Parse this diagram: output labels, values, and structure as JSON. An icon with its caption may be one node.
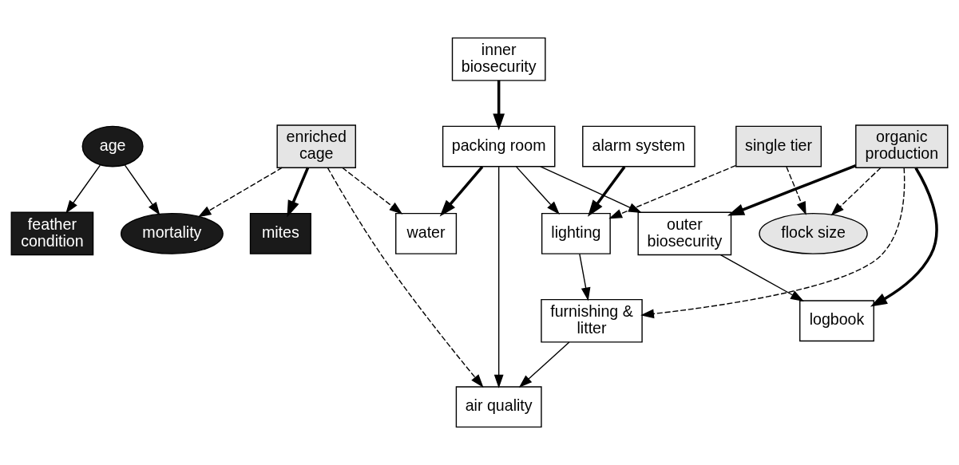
{
  "diagram": {
    "nodes": [
      {
        "text": [
          "inner biosecurity"
        ]
      },
      {
        "text": [
          "age"
        ]
      },
      {
        "text": [
          "enriched cage"
        ]
      },
      {
        "text": [
          "packing room"
        ]
      },
      {
        "text": [
          "alarm system"
        ]
      },
      {
        "text": [
          "single tier"
        ]
      },
      {
        "text": [
          "organic production"
        ]
      },
      {
        "text": [
          "feather condition"
        ]
      },
      {
        "text": [
          "mortality"
        ]
      },
      {
        "text": [
          "mites"
        ]
      },
      {
        "text": [
          "water"
        ]
      },
      {
        "text": [
          "lighting"
        ]
      },
      {
        "text": [
          "outer biosecurity"
        ]
      },
      {
        "text": [
          "flock size"
        ]
      },
      {
        "text": [
          "furnishing & litter"
        ]
      },
      {
        "text": [
          "logbook"
        ]
      },
      {
        "text": [
          "air quality"
        ]
      }
    ],
    "edges": [
      {
        "from": 0,
        "to": 3,
        "arrow": "to",
        "style": "thick"
      },
      {
        "from": 1,
        "to": 7,
        "arrow": "to"
      },
      {
        "from": 1,
        "to": 8,
        "arrow": "to"
      },
      {
        "from": 2,
        "to": 8,
        "arrow": "to",
        "style": "dashed"
      },
      {
        "from": 2,
        "to": 9,
        "arrow": "to",
        "style": "thick"
      },
      {
        "from": 2,
        "to": 10,
        "arrow": "to",
        "style": "dashed"
      },
      {
        "from": 2,
        "to": 16,
        "arrow": "to",
        "style": "dashed"
      },
      {
        "from": 3,
        "to": 10,
        "arrow": "to",
        "style": "thick"
      },
      {
        "from": 3,
        "to": 16,
        "arrow": "to"
      },
      {
        "from": 3,
        "to": 11,
        "arrow": "to"
      },
      {
        "from": 3,
        "to": 12,
        "arrow": "to"
      },
      {
        "from": 4,
        "to": 11,
        "arrow": "to",
        "style": "thick"
      },
      {
        "from": 5,
        "to": 11,
        "arrow": "to",
        "style": "dashed"
      },
      {
        "from": 5,
        "to": 13,
        "arrow": "to",
        "style": "dashed"
      },
      {
        "from": 6,
        "to": 12,
        "arrow": "to",
        "style": "thick"
      },
      {
        "from": 6,
        "to": 13,
        "arrow": "to",
        "style": "dashed"
      },
      {
        "from": 6,
        "to": 14,
        "arrow": "to",
        "style": "dashed"
      },
      {
        "from": 6,
        "to": 15,
        "arrow": "to",
        "style": "thick"
      },
      {
        "from": 11,
        "to": 14,
        "arrow": "to"
      },
      {
        "from": 12,
        "to": 15,
        "arrow": "to"
      },
      {
        "from": 14,
        "to": 16,
        "arrow": "to"
      }
    ]
  }
}
